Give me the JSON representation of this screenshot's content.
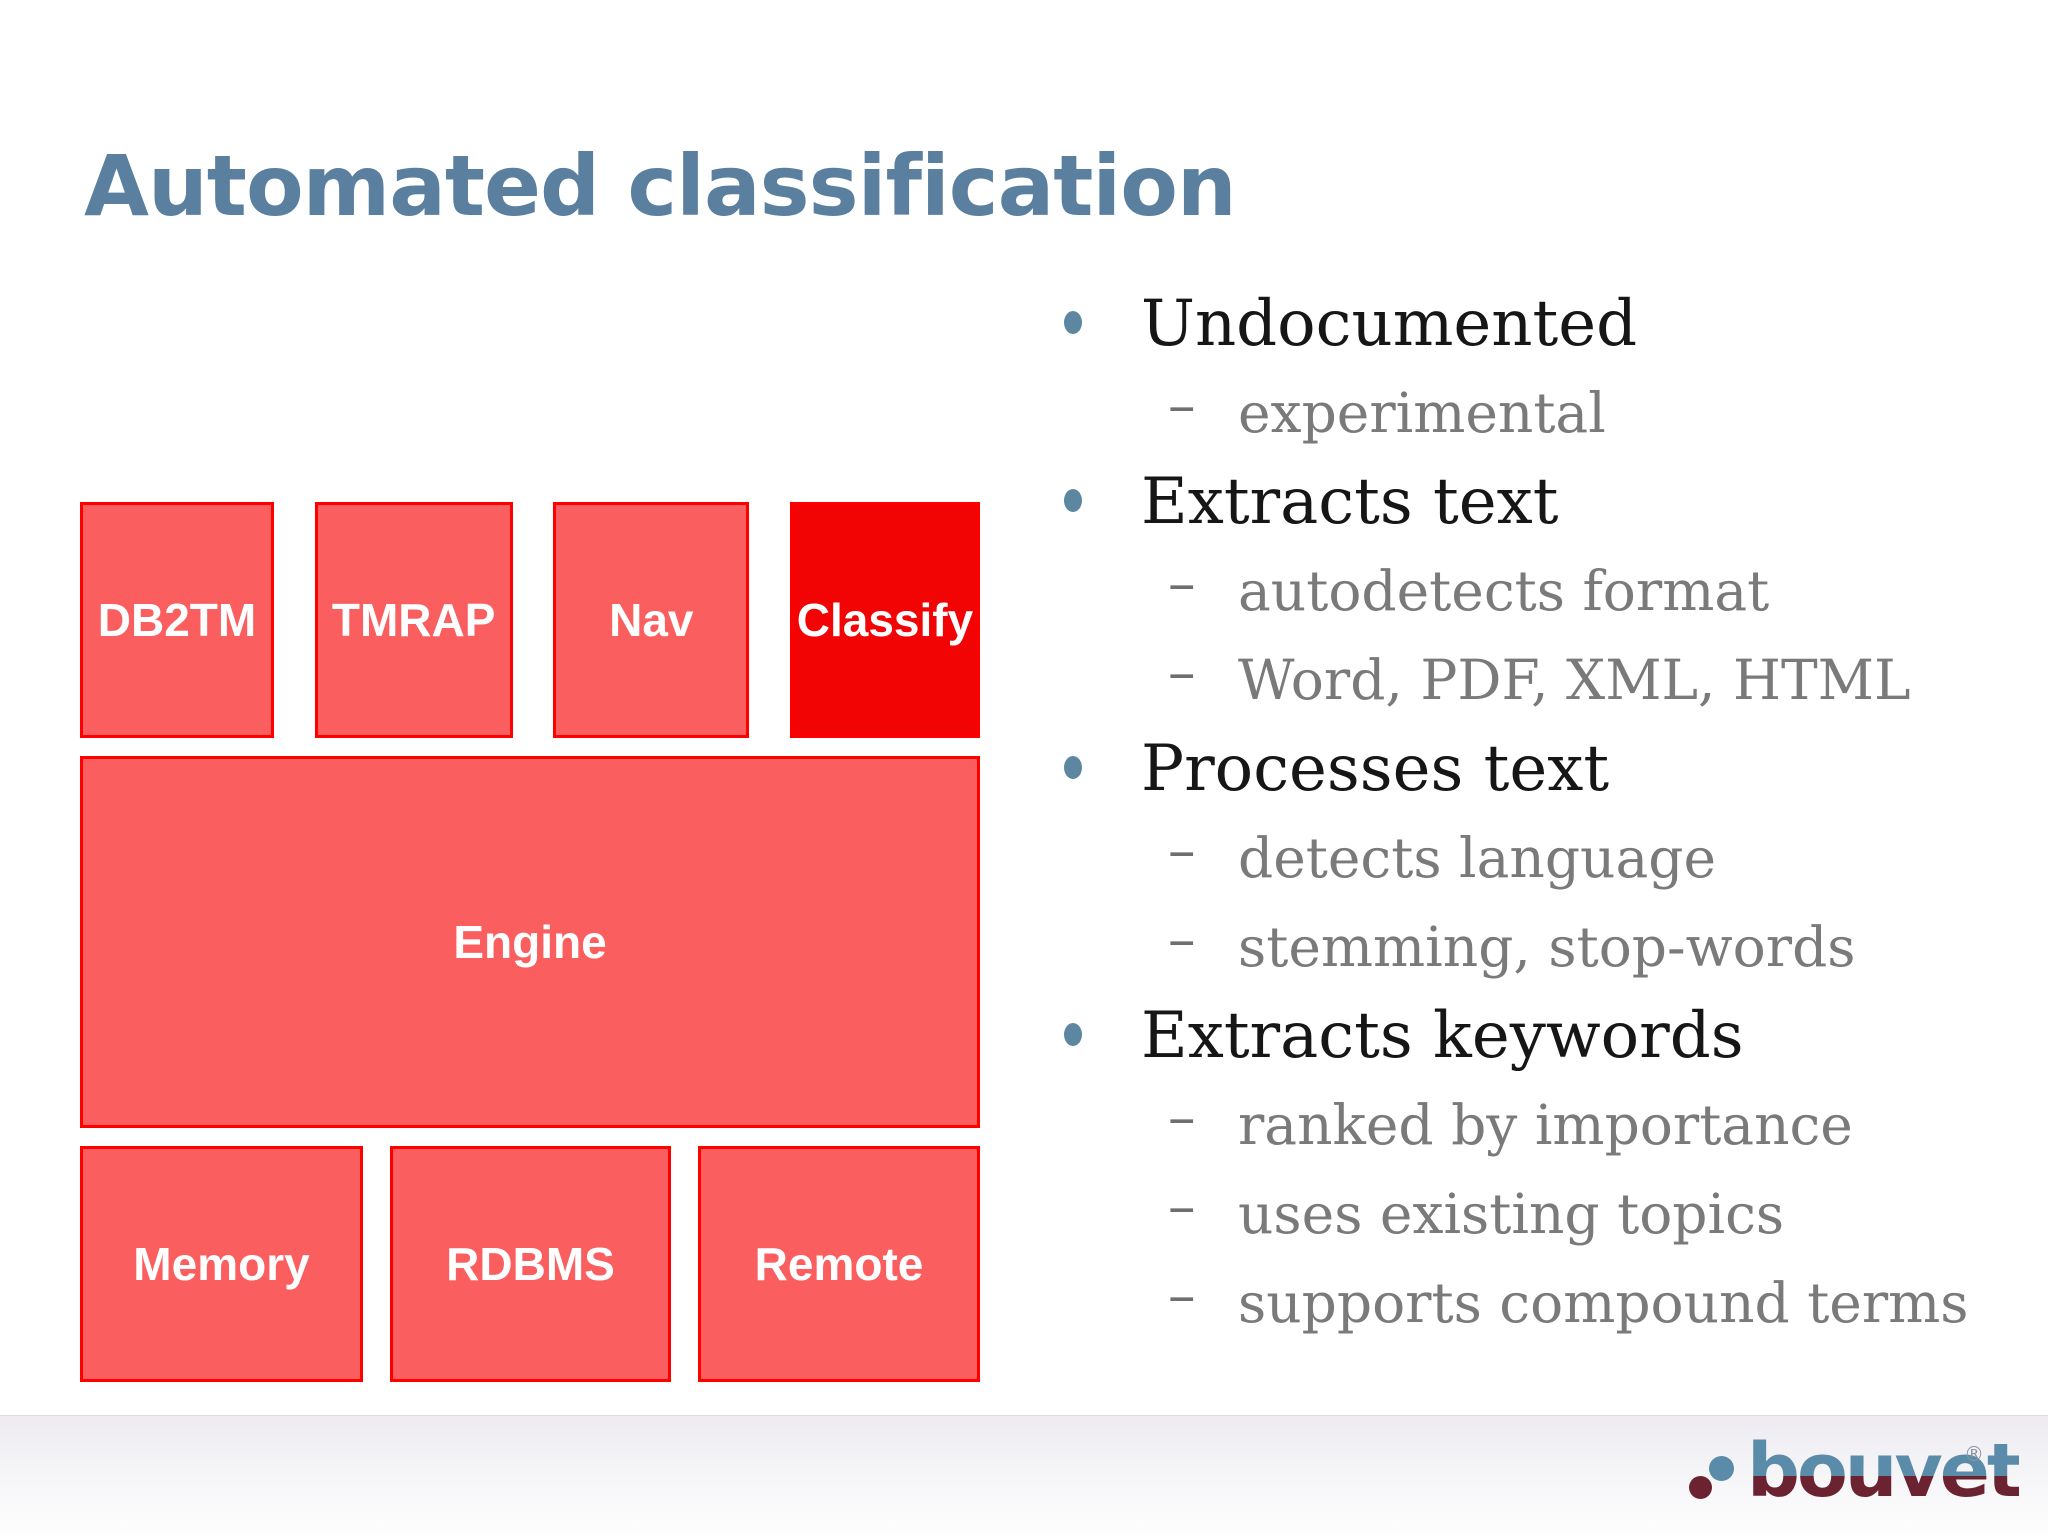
{
  "slide": {
    "title": "Automated classification"
  },
  "diagram": {
    "top_row": [
      {
        "label": "DB2TM",
        "highlighted": false
      },
      {
        "label": "TMRAP",
        "highlighted": false
      },
      {
        "label": "Nav",
        "highlighted": false
      },
      {
        "label": "Classify",
        "highlighted": true
      }
    ],
    "engine": {
      "label": "Engine"
    },
    "bottom_row": [
      {
        "label": "Memory"
      },
      {
        "label": "RDBMS"
      },
      {
        "label": "Remote"
      }
    ],
    "colors": {
      "box_fill": "#fb5e5e",
      "box_border": "#fe0000",
      "highlight_fill": "#f20404",
      "label_text": "#ffffff"
    }
  },
  "bullets": {
    "dash": "–",
    "items": [
      {
        "level": 1,
        "text": "Undocumented"
      },
      {
        "level": 2,
        "text": "experimental"
      },
      {
        "level": 1,
        "text": "Extracts text"
      },
      {
        "level": 2,
        "text": "autodetects format"
      },
      {
        "level": 2,
        "text": "Word, PDF, XML, HTML"
      },
      {
        "level": 1,
        "text": "Processes text"
      },
      {
        "level": 2,
        "text": "detects language"
      },
      {
        "level": 2,
        "text": "stemming, stop-words"
      },
      {
        "level": 1,
        "text": "Extracts keywords"
      },
      {
        "level": 2,
        "text": "ranked by importance"
      },
      {
        "level": 2,
        "text": "uses existing topics"
      },
      {
        "level": 2,
        "text": "supports compound terms"
      }
    ]
  },
  "footer": {
    "logo": {
      "word": "bouvet",
      "registered_mark": "®",
      "blue": "#5a8ba8",
      "maroon": "#6b2331"
    }
  },
  "accent_colors": {
    "title": "#5b7f9e",
    "bullet_dot": "#5d87a1",
    "level1_text": "#161616",
    "level2_text": "#7a7a7a"
  }
}
